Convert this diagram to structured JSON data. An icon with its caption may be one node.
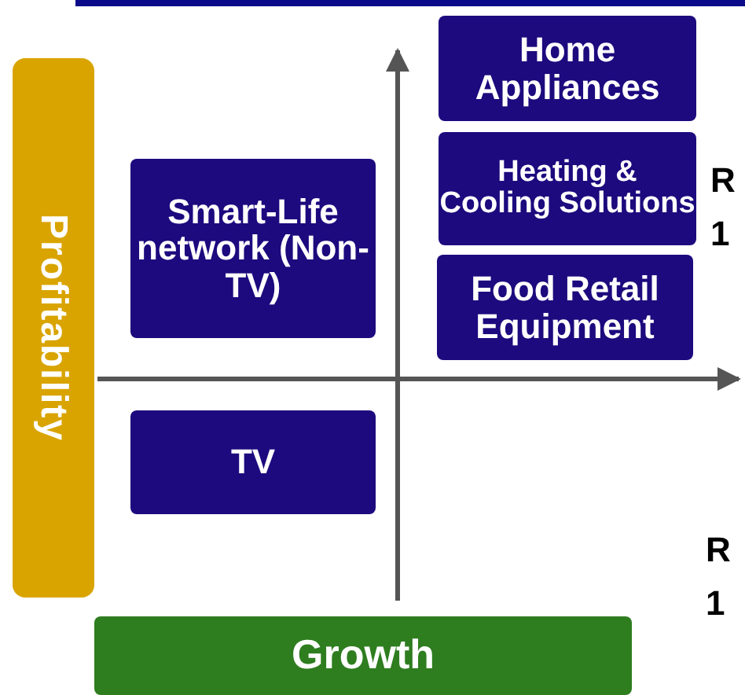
{
  "diagram": {
    "nodes": [
      {
        "text": [
          "Profitability"
        ]
      },
      {
        "text": [
          "Growth"
        ]
      },
      {
        "text": [
          "Home Appliances"
        ]
      },
      {
        "text": [
          "Heating & Cooling Solutions"
        ]
      },
      {
        "text": [
          "Food Retail Equipment"
        ]
      },
      {
        "text": [
          "Smart-Life network (Non-TV)"
        ]
      },
      {
        "text": [
          "TV"
        ]
      }
    ],
    "edges": [],
    "labels": [
      "R 1",
      "R 1"
    ]
  }
}
